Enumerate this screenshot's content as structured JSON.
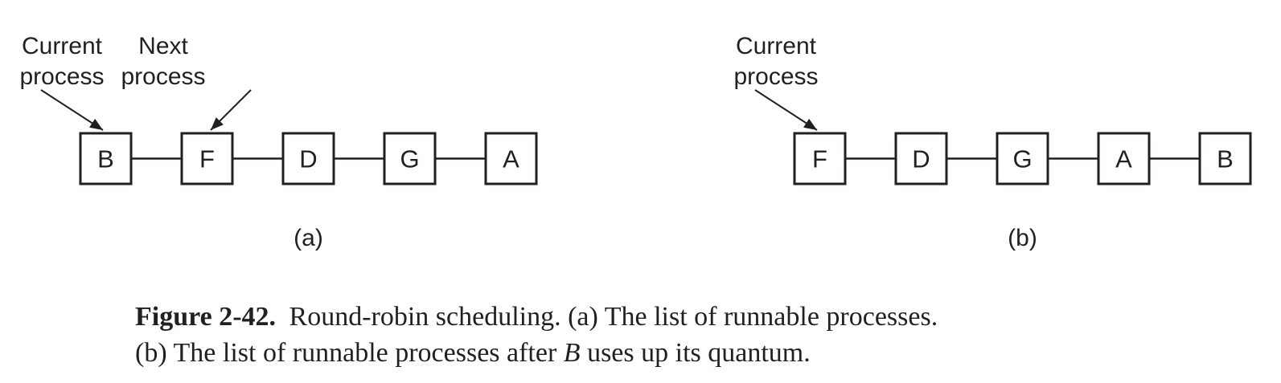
{
  "panels": [
    {
      "sub_label": "(a)",
      "nodes": [
        "B",
        "F",
        "D",
        "G",
        "A"
      ],
      "pointers": [
        {
          "lines": [
            "Current",
            "process"
          ],
          "target": 0
        },
        {
          "lines": [
            "Next",
            "process"
          ],
          "target": 1
        }
      ]
    },
    {
      "sub_label": "(b)",
      "nodes": [
        "F",
        "D",
        "G",
        "A",
        "B"
      ],
      "pointers": [
        {
          "lines": [
            "Current",
            "process"
          ],
          "target": 0
        }
      ]
    }
  ],
  "caption": {
    "figure_number": "Figure 2-42.",
    "line1": "Round-robin scheduling.  (a) The list of runnable processes.",
    "line2_before": "(b) The list of runnable processes after ",
    "line2_italic": "B",
    "line2_after": " uses up its quantum."
  },
  "colors": {
    "ink": "#231f20",
    "background": "#ffffff"
  }
}
